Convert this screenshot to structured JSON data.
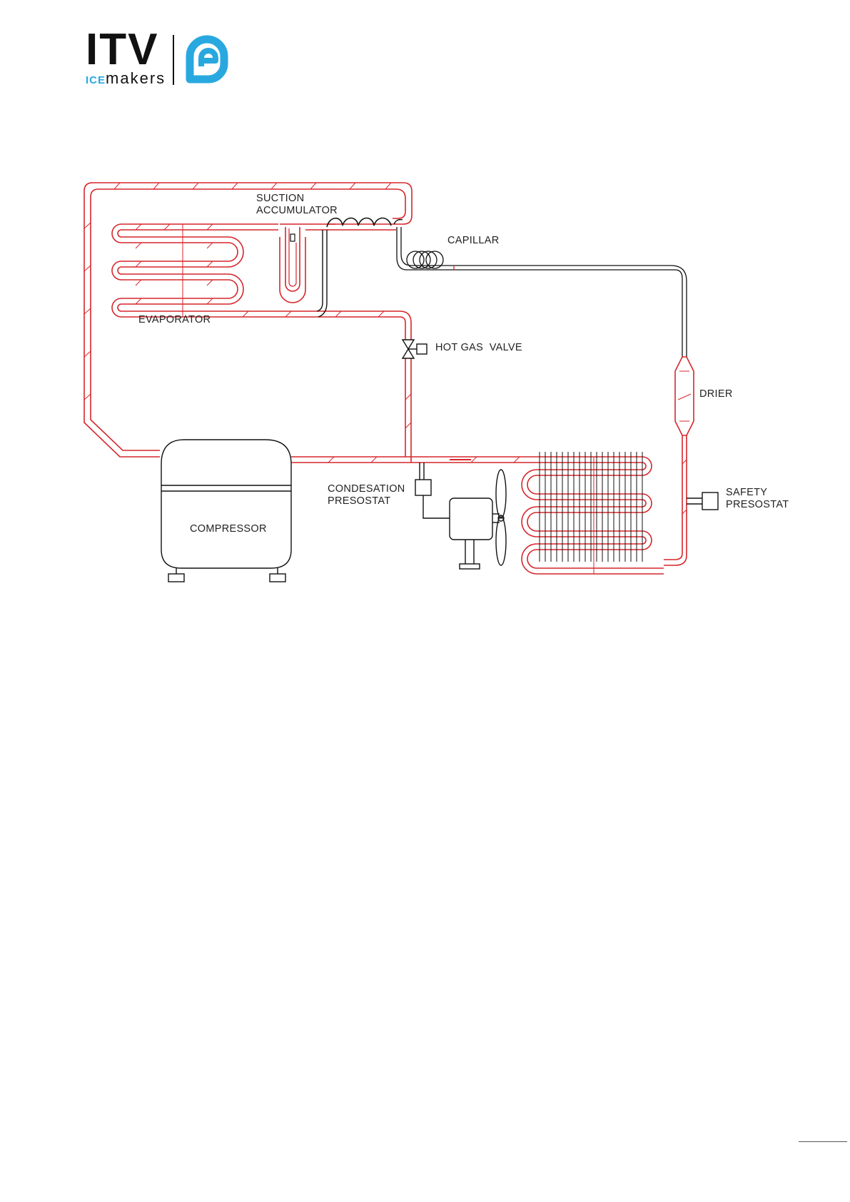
{
  "logo": {
    "brand": "ITV",
    "ice": "ICE",
    "makers": "makers"
  },
  "labels": {
    "suction_line1": "SUCTION",
    "suction_line2": "ACCUMULATOR",
    "capillar": "CAPILLAR",
    "evaporator": "EVAPORATOR",
    "hot_gas_valve": "HOT GAS  VALVE",
    "drier": "DRIER",
    "condesation_line1": "CONDESATION",
    "condesation_line2": "PRESOSTAT",
    "safety_line1": "SAFETY",
    "safety_line2": "PRESOSTAT",
    "compressor": "COMPRESSOR"
  },
  "colors": {
    "pipe": "#d6262b",
    "line": "#111111",
    "brand_blue": "#29a8e0"
  }
}
